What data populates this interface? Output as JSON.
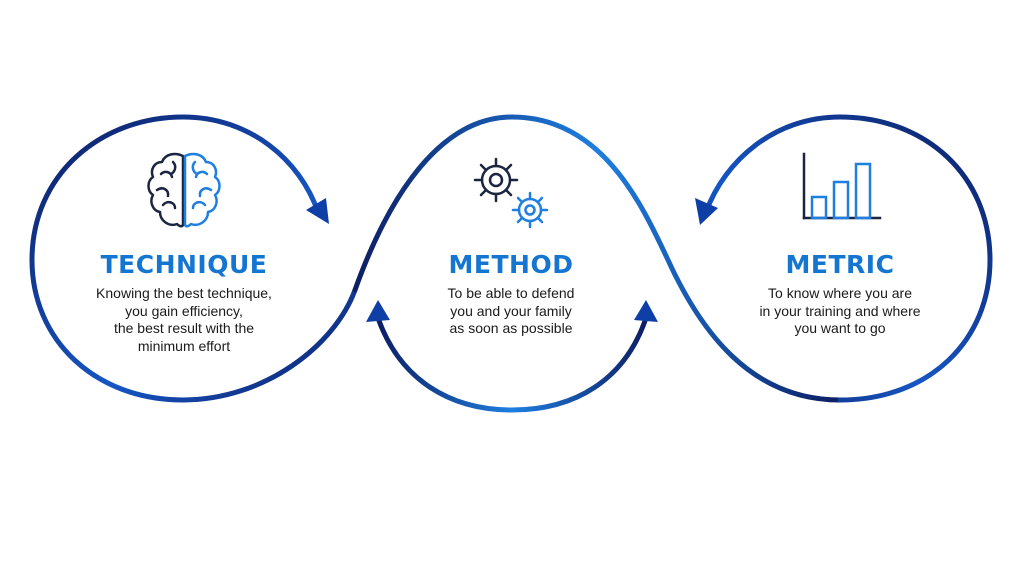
{
  "steps": [
    {
      "title": "TECHNIQUE",
      "description": "Knowing the best technique,\nyou gain efficiency,\nthe best result with the\nminimum effort",
      "icon": "brain-icon"
    },
    {
      "title": "METHOD",
      "description": "To be able to defend\nyou and your family\nas soon as possible",
      "icon": "gears-icon"
    },
    {
      "title": "METRIC",
      "description": "To know where you are\nin your training and where\nyou want to go",
      "icon": "bar-chart-icon"
    }
  ],
  "colors": {
    "accent": "#1576d1",
    "line_dark": "#0d1e63",
    "line_mid": "#1656c4",
    "line_light": "#1e7fe0",
    "icon_dark": "#1b2440",
    "text": "#1a1a1a"
  }
}
